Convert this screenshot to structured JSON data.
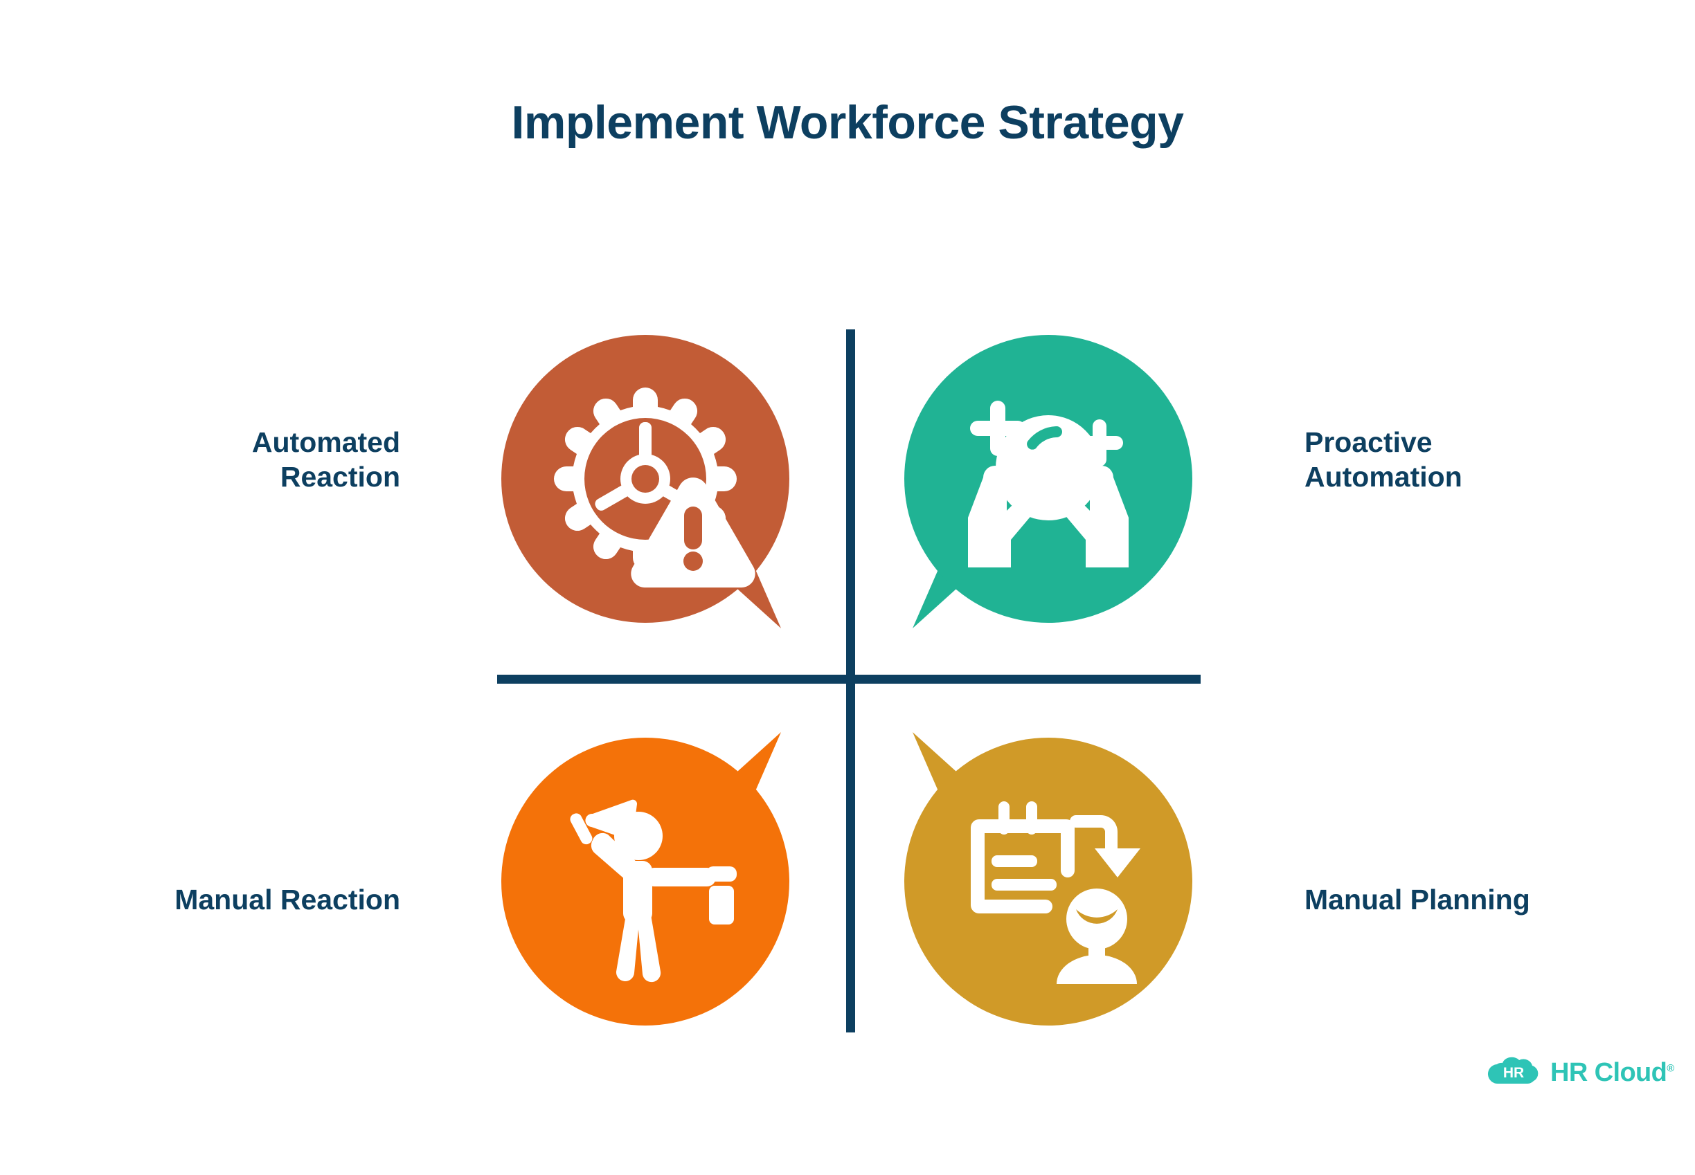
{
  "page": {
    "background_color": "#ffffff",
    "title": "Implement Workforce Strategy",
    "title_color": "#0d3f60"
  },
  "axes": {
    "color": "#0d3f60",
    "horizontal_name": "horizontal-axis",
    "vertical_name": "vertical-axis"
  },
  "quadrants": [
    {
      "id": "automated-reaction",
      "label": "Automated\nReaction",
      "label_align": "right",
      "color": "#c25c36",
      "icon": "gear-warning-icon",
      "tail": "bottom-right",
      "position": "top-left"
    },
    {
      "id": "proactive-automation",
      "label": "Proactive\nAutomation",
      "label_align": "left",
      "color": "#20b394",
      "icon": "crystal-ball-hands-icon",
      "tail": "bottom-left",
      "position": "top-right"
    },
    {
      "id": "manual-reaction",
      "label": "Manual Reaction",
      "label_align": "right",
      "color": "#f47209",
      "icon": "person-waving-flag-icon",
      "tail": "top-right",
      "position": "bottom-left"
    },
    {
      "id": "manual-planning",
      "label": "Manual Planning",
      "label_align": "left",
      "color": "#d09a28",
      "icon": "calendar-arrow-person-icon",
      "tail": "top-left",
      "position": "bottom-right"
    }
  ],
  "logo": {
    "mark_text": "HR",
    "wordmark": "HR Cloud",
    "registered_mark": "®",
    "color": "#2ec4b6"
  }
}
